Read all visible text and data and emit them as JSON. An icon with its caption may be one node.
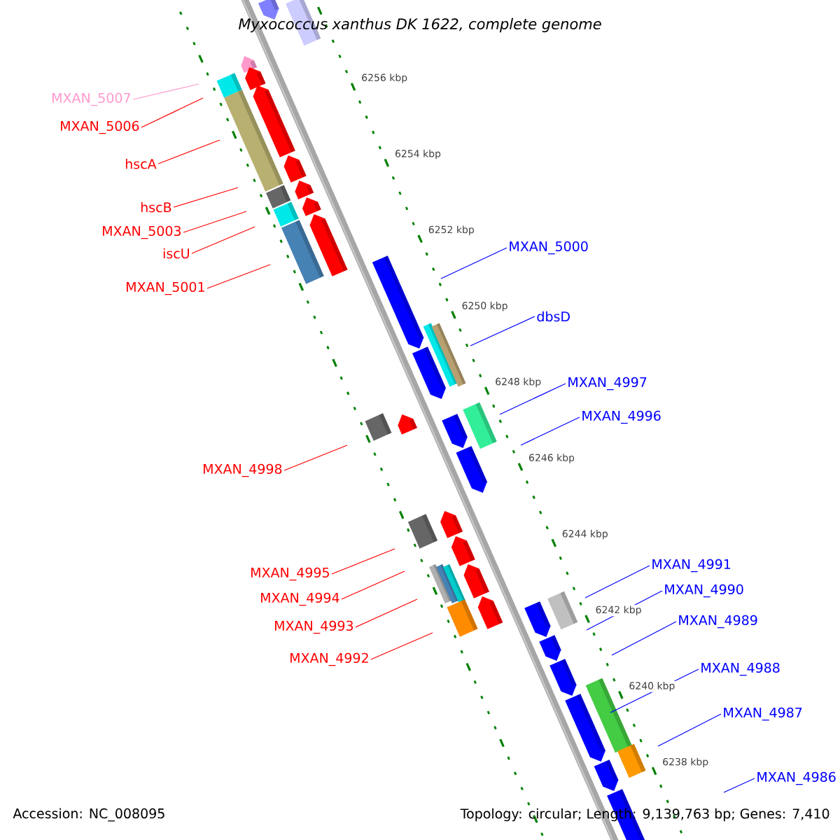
{
  "diagram": {
    "title": "Myxococcus xanthus DK 1622, complete genome",
    "nodes": [
      {
        "text": [
          "MXAN_5007"
        ]
      },
      {
        "text": [
          "MXAN_5006"
        ]
      },
      {
        "text": [
          "hscA"
        ]
      },
      {
        "text": [
          "hscB"
        ]
      },
      {
        "text": [
          "MXAN_5003"
        ]
      },
      {
        "text": [
          "MXAN_5000"
        ]
      },
      {
        "text": [
          "iscU"
        ]
      },
      {
        "text": [
          "MXAN_5001"
        ]
      },
      {
        "text": [
          "dbsD"
        ]
      },
      {
        "text": [
          "MXAN_4997"
        ]
      },
      {
        "text": [
          "MXAN_4996"
        ]
      },
      {
        "text": [
          "MXAN_4998"
        ]
      },
      {
        "text": [
          "MXAN_4991"
        ]
      },
      {
        "text": [
          "MXAN_4995"
        ]
      },
      {
        "text": [
          "MXAN_4990"
        ]
      },
      {
        "text": [
          "MXAN_4994"
        ]
      },
      {
        "text": [
          "MXAN_4989"
        ]
      },
      {
        "text": [
          "MXAN_4993"
        ]
      },
      {
        "text": [
          "MXAN_4992"
        ]
      },
      {
        "text": [
          "MXAN_4988"
        ]
      },
      {
        "text": [
          "MXAN_4987"
        ]
      },
      {
        "text": [
          "MXAN_4986"
        ]
      }
    ],
    "edges": [
      {
        "from": 0,
        "to": null,
        "arrow": "none",
        "color": "#ff99cc"
      },
      {
        "from": 1,
        "to": null,
        "arrow": "none"
      },
      {
        "from": 2,
        "to": null,
        "arrow": "none"
      },
      {
        "from": 3,
        "to": null,
        "arrow": "none"
      },
      {
        "from": 4,
        "to": null,
        "arrow": "none"
      },
      {
        "from": 5,
        "to": null,
        "arrow": "none",
        "color": "#0000ff"
      },
      {
        "from": 6,
        "to": null,
        "arrow": "none"
      },
      {
        "from": 7,
        "to": null,
        "arrow": "none"
      },
      {
        "from": 8,
        "to": null,
        "arrow": "none",
        "color": "#0000ff"
      },
      {
        "from": 9,
        "to": null,
        "arrow": "none",
        "color": "#0000ff"
      },
      {
        "from": 10,
        "to": null,
        "arrow": "none",
        "color": "#0000ff"
      },
      {
        "from": 11,
        "to": null,
        "arrow": "none"
      },
      {
        "from": 12,
        "to": null,
        "arrow": "none",
        "color": "#0000ff"
      },
      {
        "from": 13,
        "to": null,
        "arrow": "none"
      },
      {
        "from": 14,
        "to": null,
        "arrow": "none",
        "color": "#0000ff"
      },
      {
        "from": 15,
        "to": null,
        "arrow": "none"
      },
      {
        "from": 16,
        "to": null,
        "arrow": "none",
        "color": "#0000ff"
      },
      {
        "from": 17,
        "to": null,
        "arrow": "none"
      },
      {
        "from": 18,
        "to": null,
        "arrow": "none"
      },
      {
        "from": 19,
        "to": null,
        "arrow": "none",
        "color": "#0000ff"
      },
      {
        "from": 20,
        "to": null,
        "arrow": "none",
        "color": "#0000ff"
      },
      {
        "from": 21,
        "to": null,
        "arrow": "none",
        "color": "#0000ff"
      }
    ],
    "labels": [
      "6256 kbp",
      "6254 kbp",
      "6252 kbp",
      "6250 kbp",
      "6248 kbp",
      "6246 kbp",
      "6244 kbp",
      "6242 kbp",
      "6240 kbp",
      "6238 kbp",
      "Accession: NC_008095",
      "Topology: circular; Length: 9,139,763 bp; Genes: 7,410"
    ]
  }
}
